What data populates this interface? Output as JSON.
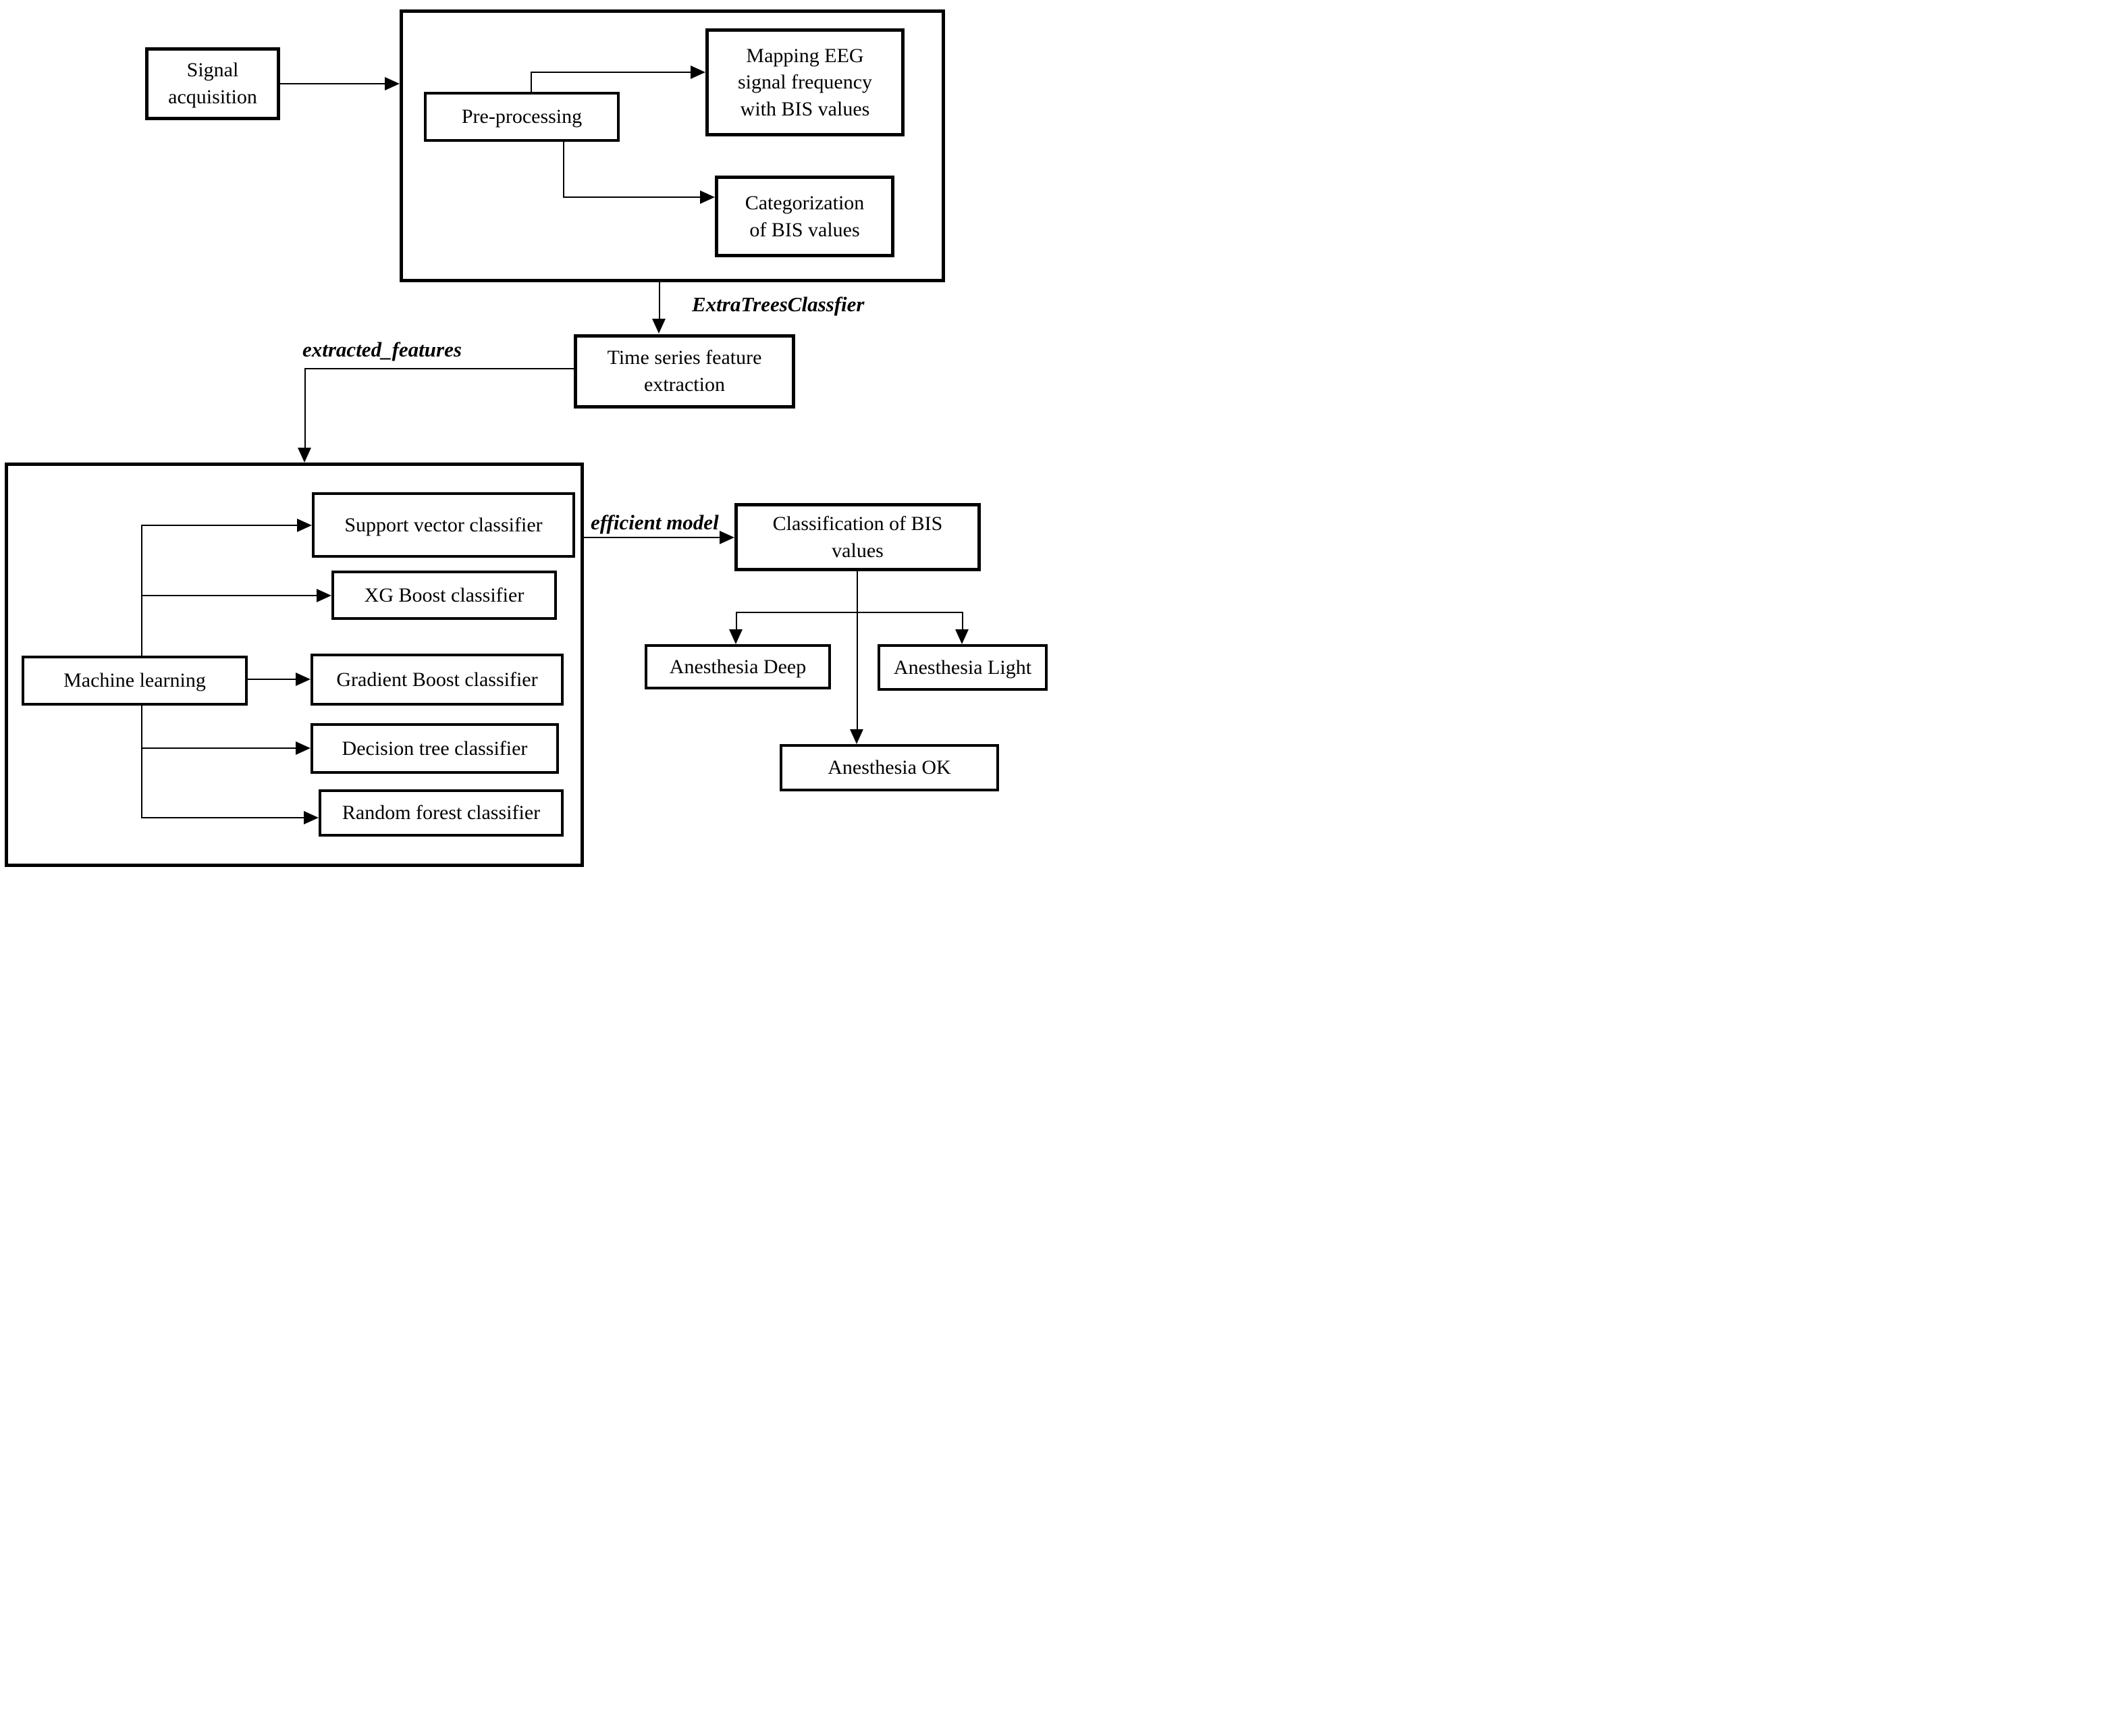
{
  "nodes": {
    "signal": {
      "line1": "Signal",
      "line2": "acquisition"
    },
    "preprocessing": {
      "label": "Pre-processing"
    },
    "mapping": {
      "line1": "Mapping EEG",
      "line2": "signal frequency",
      "line3": "with BIS values"
    },
    "categorization": {
      "line1": "Categorization",
      "line2": "of BIS values"
    },
    "timeseries": {
      "line1": "Time series feature",
      "line2": "extraction"
    },
    "machine_learning": {
      "label": "Machine learning"
    },
    "svc": {
      "label": "Support vector classifier"
    },
    "xgboost": {
      "label": "XG Boost classifier"
    },
    "gradient_boost": {
      "label": "Gradient Boost classifier"
    },
    "decision_tree": {
      "label": "Decision tree classifier"
    },
    "random_forest": {
      "label": "Random forest classifier"
    },
    "classification": {
      "line1": "Classification of BIS",
      "line2": "values"
    },
    "anesthesia_deep": {
      "label": "Anesthesia Deep"
    },
    "anesthesia_light": {
      "label": "Anesthesia Light"
    },
    "anesthesia_ok": {
      "label": "Anesthesia OK"
    }
  },
  "edge_labels": {
    "extra_trees": "ExtraTreesClassfier",
    "extracted_features": "extracted_features",
    "efficient_model": "efficient model"
  },
  "colors": {
    "ink": "#000000",
    "background": "#ffffff"
  }
}
